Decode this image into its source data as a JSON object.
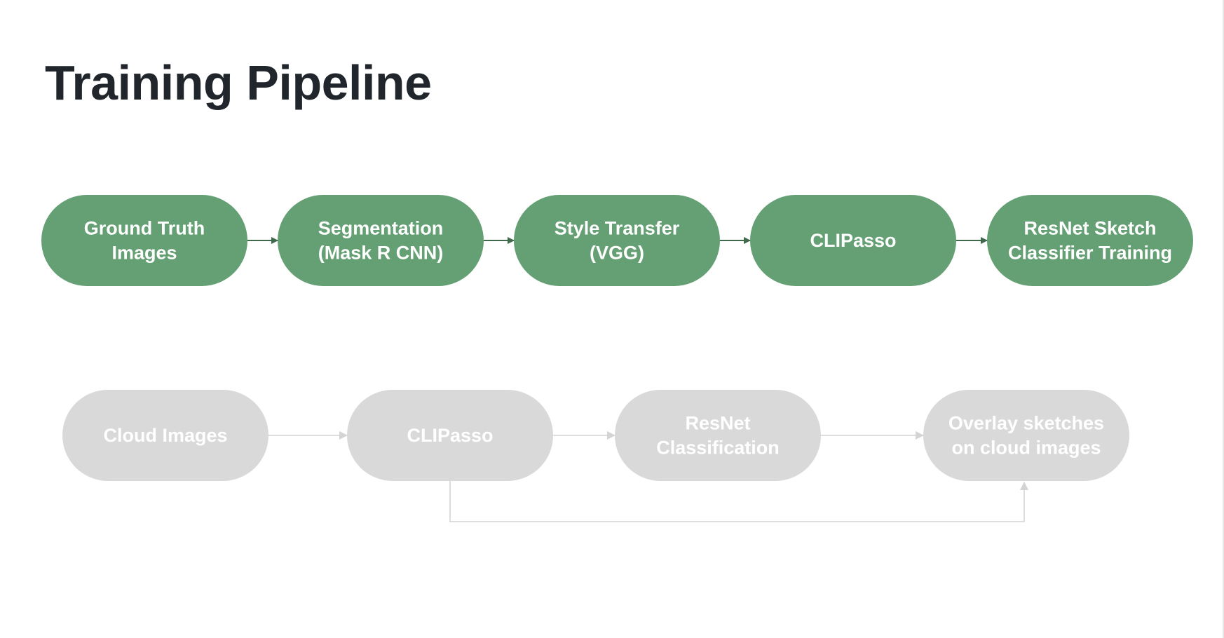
{
  "title": "Training Pipeline",
  "colors": {
    "training_node": "#64a074",
    "training_arrow": "#3f6a4b",
    "inference_node": "#d9d9d9",
    "inference_arrow": "#d4d4d4",
    "node_text": "#ffffff",
    "title_text": "#20262b"
  },
  "training_row": {
    "nodes": [
      {
        "id": "ground-truth-images",
        "lines": [
          "Ground Truth",
          "Images"
        ]
      },
      {
        "id": "segmentation",
        "lines": [
          "Segmentation",
          "(Mask R CNN)"
        ]
      },
      {
        "id": "style-transfer",
        "lines": [
          "Style Transfer",
          "(VGG)"
        ]
      },
      {
        "id": "clipasso",
        "lines": [
          "CLIPasso"
        ]
      },
      {
        "id": "resnet-sketch-classifier-training",
        "lines": [
          "ResNet Sketch",
          "Classifier Training"
        ]
      }
    ],
    "edges": [
      {
        "from": "ground-truth-images",
        "to": "segmentation"
      },
      {
        "from": "segmentation",
        "to": "style-transfer"
      },
      {
        "from": "style-transfer",
        "to": "clipasso"
      },
      {
        "from": "clipasso",
        "to": "resnet-sketch-classifier-training"
      }
    ]
  },
  "inference_row": {
    "nodes": [
      {
        "id": "cloud-images",
        "lines": [
          "Cloud Images"
        ]
      },
      {
        "id": "clipasso-2",
        "lines": [
          "CLIPasso"
        ]
      },
      {
        "id": "resnet-classification",
        "lines": [
          "ResNet",
          "Classification"
        ]
      },
      {
        "id": "overlay-sketches",
        "lines": [
          "Overlay sketches",
          "on cloud images"
        ]
      }
    ],
    "edges": [
      {
        "from": "cloud-images",
        "to": "clipasso-2"
      },
      {
        "from": "clipasso-2",
        "to": "resnet-classification"
      },
      {
        "from": "resnet-classification",
        "to": "overlay-sketches"
      },
      {
        "from": "clipasso-2",
        "to": "overlay-sketches",
        "routing": "below"
      }
    ]
  }
}
